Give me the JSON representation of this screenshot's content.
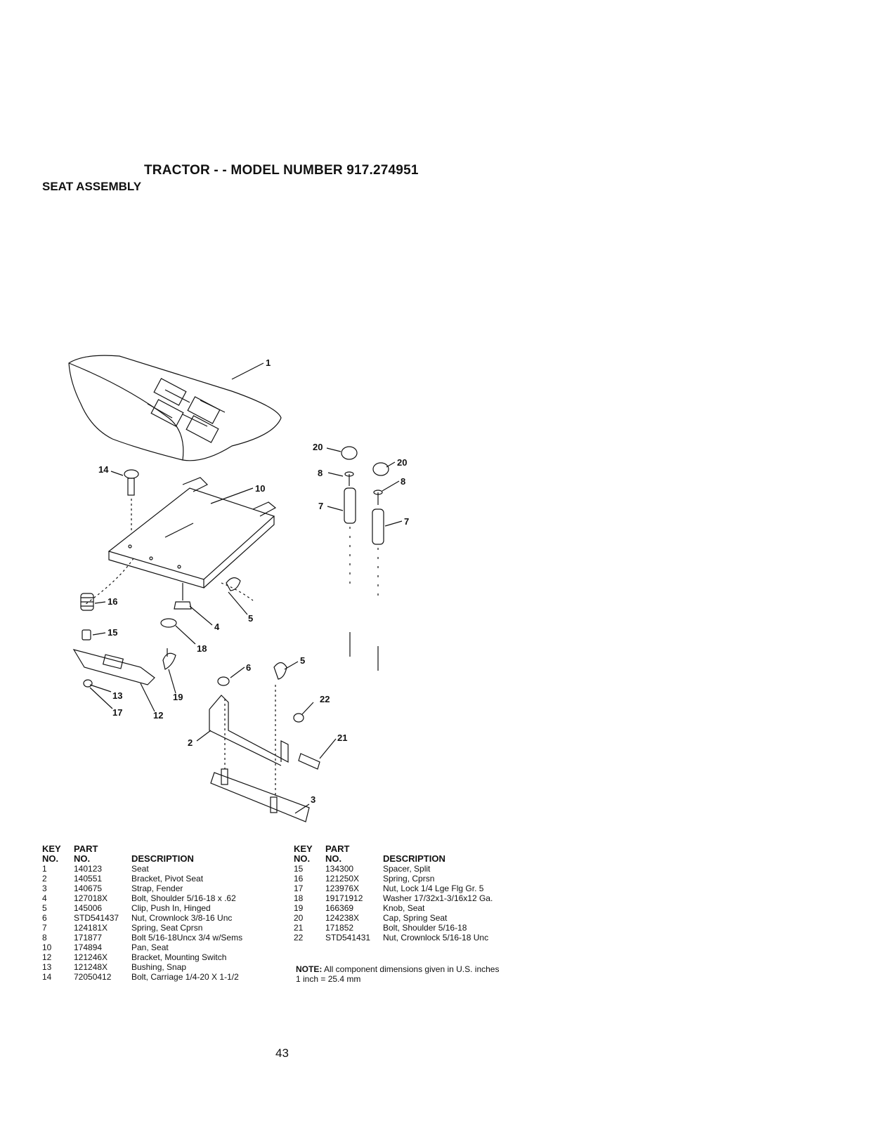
{
  "page": {
    "title": "TRACTOR - - MODEL NUMBER 917.274951",
    "section": "SEAT ASSEMBLY",
    "page_number": "43"
  },
  "callouts": [
    "1",
    "20",
    "20",
    "8",
    "8",
    "7",
    "7",
    "14",
    "10",
    "16",
    "15",
    "4",
    "5",
    "18",
    "6",
    "5",
    "19",
    "13",
    "17",
    "12",
    "22",
    "21",
    "2",
    "3"
  ],
  "parts_header": {
    "key_line1": "KEY",
    "key_line2": "NO.",
    "part_line1": "PART",
    "part_line2": "NO.",
    "description": "DESCRIPTION"
  },
  "parts_left": [
    {
      "key": "1",
      "part": "140123",
      "desc": "Seat"
    },
    {
      "key": "2",
      "part": "140551",
      "desc": "Bracket, Pivot Seat"
    },
    {
      "key": "3",
      "part": "140675",
      "desc": "Strap, Fender"
    },
    {
      "key": "4",
      "part": "127018X",
      "desc": "Bolt, Shoulder 5/16-18 x .62"
    },
    {
      "key": "5",
      "part": "145006",
      "desc": "Clip, Push In, Hinged"
    },
    {
      "key": "6",
      "part": "STD541437",
      "desc": "Nut, Crownlock 3/8-16 Unc"
    },
    {
      "key": "7",
      "part": "124181X",
      "desc": "Spring, Seat Cprsn"
    },
    {
      "key": "8",
      "part": "171877",
      "desc": "Bolt 5/16-18Uncx 3/4 w/Sems"
    },
    {
      "key": "10",
      "part": "174894",
      "desc": "Pan, Seat"
    },
    {
      "key": "12",
      "part": "121246X",
      "desc": "Bracket, Mounting Switch"
    },
    {
      "key": "13",
      "part": "121248X",
      "desc": "Bushing, Snap"
    },
    {
      "key": "14",
      "part": "72050412",
      "desc": "Bolt, Carriage 1/4-20 X 1-1/2"
    }
  ],
  "parts_right": [
    {
      "key": "15",
      "part": "134300",
      "desc": "Spacer, Split"
    },
    {
      "key": "16",
      "part": "121250X",
      "desc": "Spring, Cprsn"
    },
    {
      "key": "17",
      "part": "123976X",
      "desc": "Nut, Lock 1/4 Lge Flg Gr. 5"
    },
    {
      "key": "18",
      "part": "19171912",
      "desc": "Washer 17/32x1-3/16x12 Ga."
    },
    {
      "key": "19",
      "part": "166369",
      "desc": "Knob, Seat"
    },
    {
      "key": "20",
      "part": "124238X",
      "desc": "Cap, Spring Seat"
    },
    {
      "key": "21",
      "part": "171852",
      "desc": "Bolt, Shoulder 5/16-18"
    },
    {
      "key": "22",
      "part": "STD541431",
      "desc": "Nut, Crownlock 5/16-18 Unc"
    }
  ],
  "note": {
    "label": "NOTE:",
    "text": "All component dimensions given in U.S. inches",
    "conversion": "1 inch = 25.4 mm"
  }
}
